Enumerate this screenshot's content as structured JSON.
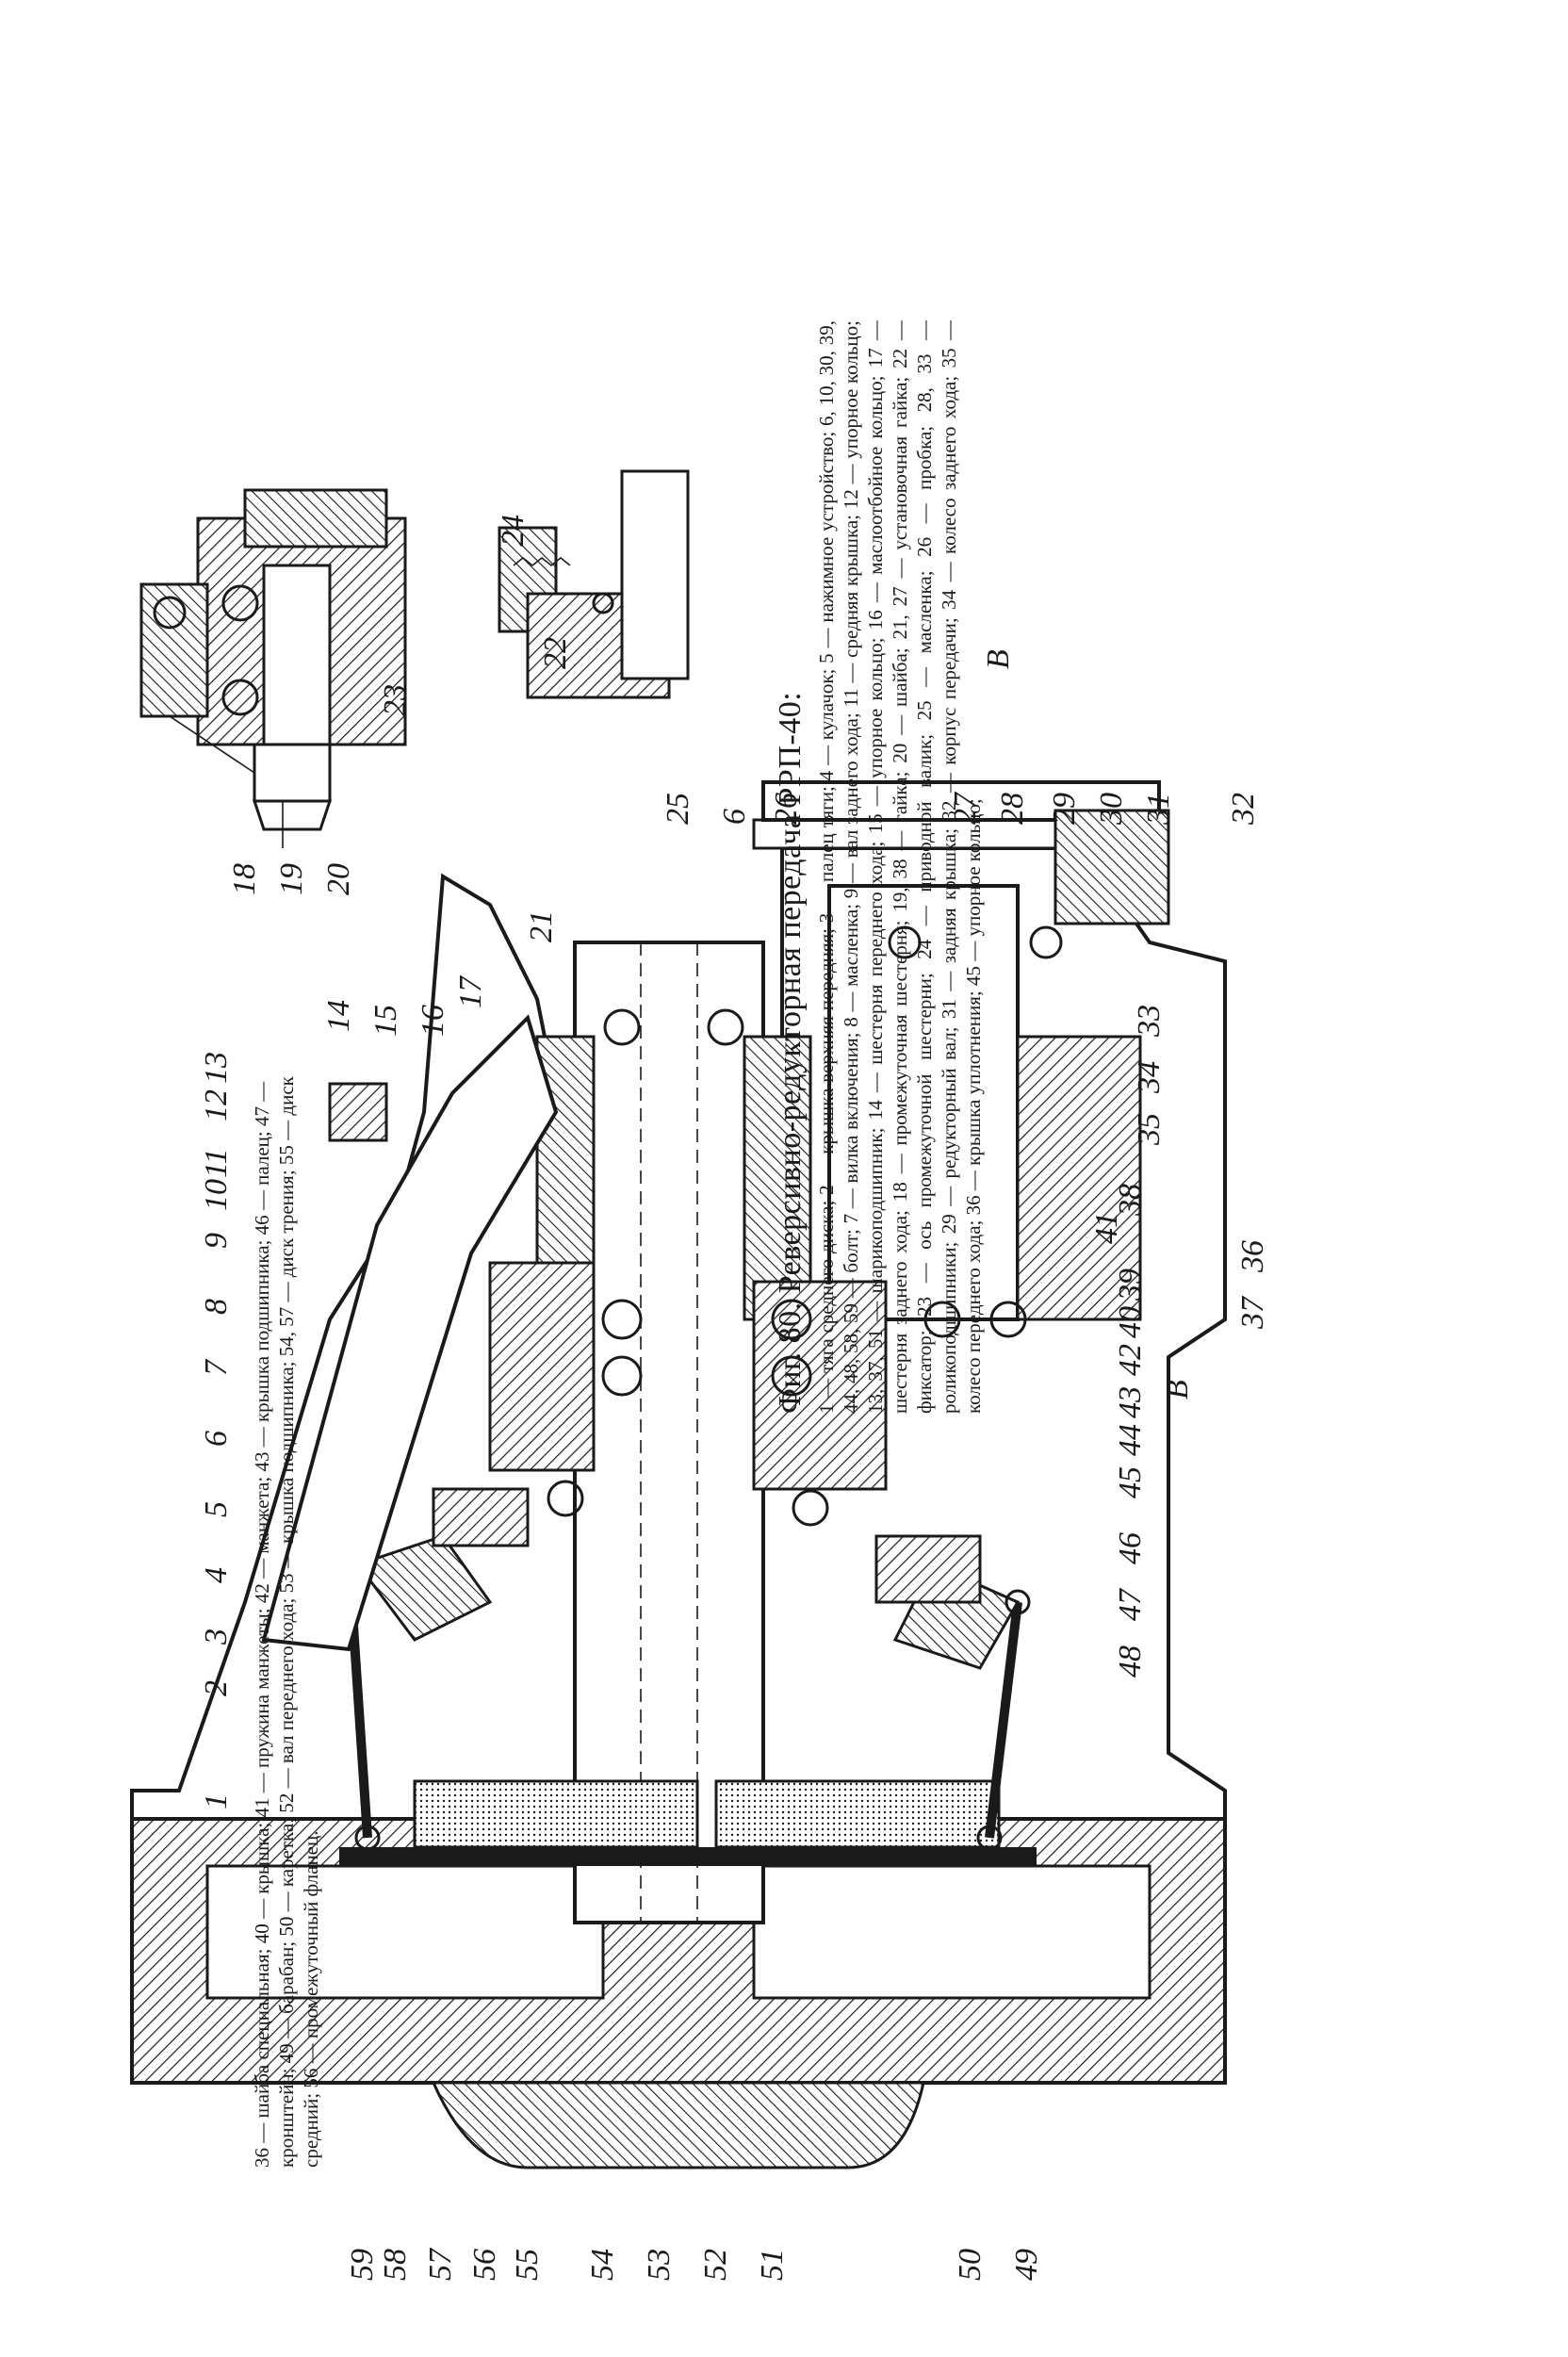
{
  "figure": {
    "title": "Фиг. 80. Реверсивно-редукторная передача РРП-40:",
    "caption": "1 — тяга среднего диска; 2 — крышка верхняя передняя; 3 — палец тяги; 4 — кулачок; 5 — нажимное устройство; 6, 10, 30, 39, 44, 48, 58, 59 — болт; 7 — вилка включения; 8 — масленка; 9 — вал заднего хода; 11 — средняя крышка; 12 — упорное кольцо; 13, 37, 51 — шарикоподшипник; 14 — шестерня переднего хода; 15 — упорное кольцо; 16 — маслоотбойное кольцо; 17 — шестерня заднего хода; 18 — промежуточная шестерня; 19, 38 — гайка; 20 — шайба; 21, 27 — установочная гайка; 22 — фиксатор; 23 — ось промежуточной шестерни; 24 — приводной валик; 25 — масленка; 26 — пробка; 28, 33 — роликоподшипники; 29 — редукторный вал; 31 — задняя крышка; 32 — корпус передачи; 34 — колесо заднего хода; 35 — колесо переднего хода; 36 — крышка уплотнения; 45 — упорное кольцо;",
    "caption_bottom": "36 — шайба специальная; 40 — крышка; 41 — пружина манжеты; 42 — манжета; 43 — крышка подшипника; 46 — палец; 47 — кронштейн; 49 — барабан; 50 — каретка; 52 — вал переднего хода; 53 — крышка подшипника; 54, 57 — диск трения; 55 — диск средний; 56 — промежуточный фланец."
  },
  "callouts": {
    "left": [
      "59",
      "58",
      "57",
      "56",
      "55",
      "54",
      "53",
      "52",
      "51",
      "50",
      "49"
    ],
    "top": [
      "1",
      "2",
      "3",
      "4",
      "5",
      "6",
      "7",
      "8",
      "9",
      "10",
      "11",
      "12",
      "13",
      "14",
      "15",
      "16",
      "17",
      "21",
      "25",
      "6",
      "26"
    ],
    "bottom": [
      "48",
      "47",
      "46",
      "45",
      "44",
      "43",
      "42",
      "40",
      "39",
      "41",
      "38",
      "37",
      "36",
      "35",
      "34",
      "33",
      "32",
      "31",
      "30",
      "29",
      "28",
      "27",
      "B",
      "B"
    ],
    "inset": [
      "18",
      "19",
      "20",
      "22",
      "23",
      "24"
    ]
  }
}
